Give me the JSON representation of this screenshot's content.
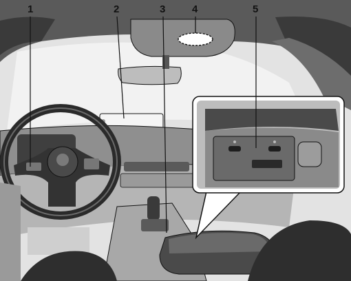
{
  "figure": {
    "callouts": [
      {
        "id": "1",
        "label": "1"
      },
      {
        "id": "2",
        "label": "2"
      },
      {
        "id": "3",
        "label": "3"
      },
      {
        "id": "4",
        "label": "4"
      },
      {
        "id": "5",
        "label": "5"
      }
    ]
  },
  "colors": {
    "background": "#ffffff",
    "line": "#111111",
    "light_fill": "#d9d9d9",
    "mid_fill": "#a6a6a6",
    "dark_fill": "#4a4a4a",
    "darkest_fill": "#262626"
  }
}
